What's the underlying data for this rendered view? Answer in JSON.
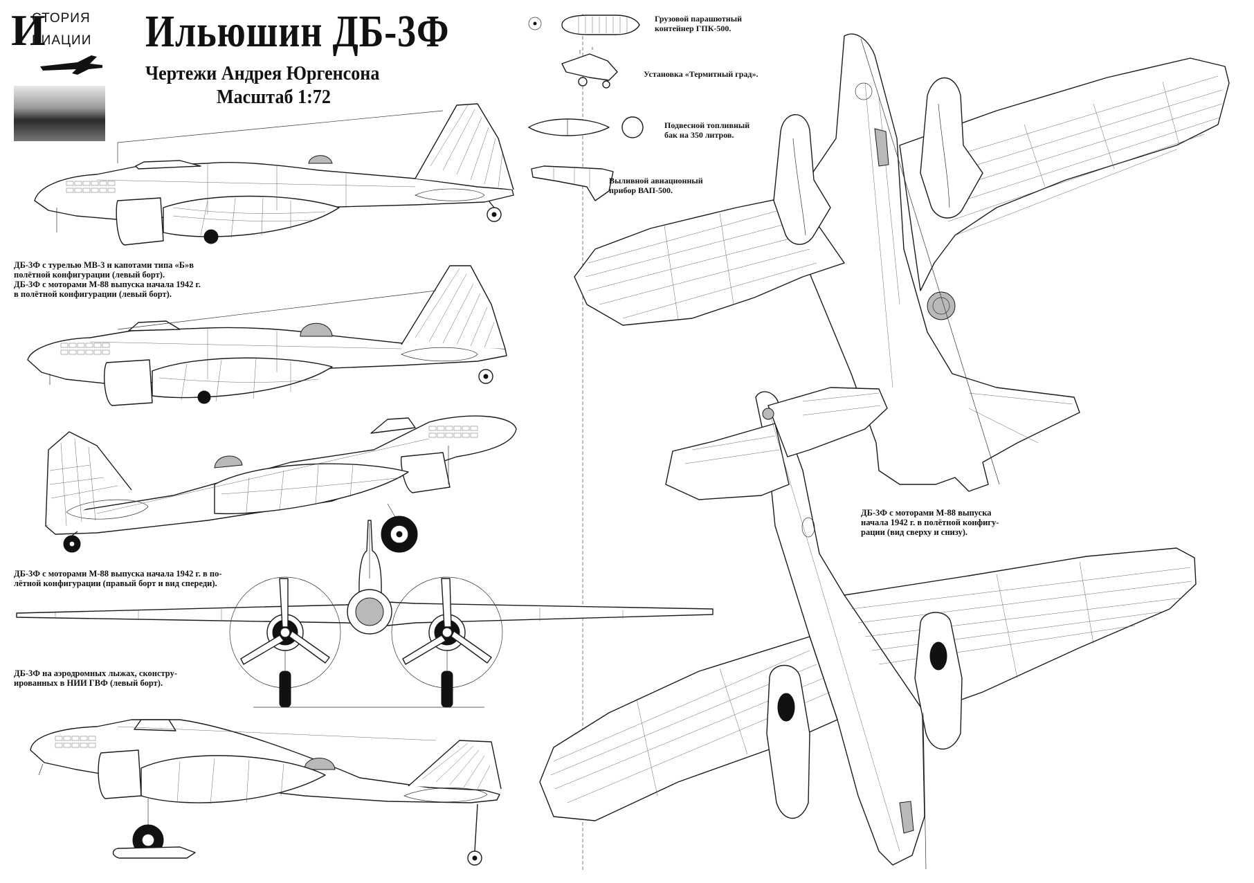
{
  "header": {
    "logo_line1": "СТОРИЯ",
    "logo_line2": "ВИАЦИИ",
    "logo_mark": "И",
    "title": "Ильюшин ДБ-3Ф",
    "subtitle": "Чертежи Андрея Юргенсона",
    "scale": "Масштаб 1:72"
  },
  "captions": {
    "view1": [
      "ДБ-3Ф с турелью МВ-3 и капотами типа «Б»в",
      "полётной конфигурации (левый борт)."
    ],
    "view2": [
      "ДБ-3Ф с моторами М-88 выпуска начала 1942 г.",
      "в полётной конфигурации (левый борт)."
    ],
    "view3": [
      "ДБ-3Ф с моторами М-88 выпуска начала 1942 г. в по-",
      "лётной конфигурации (правый борт и вид спереди)."
    ],
    "view4": [
      "ДБ-3Ф на аэродромных лыжах, сконстру-",
      "ированных в НИИ ГВФ (левый борт)."
    ],
    "plan": [
      "ДБ-3Ф с моторами М-88 выпуска",
      "начала 1942 г. в полётной конфигу-",
      "рации (вид сверху и снизу)."
    ]
  },
  "stores": {
    "container": [
      "Грузовой парашютный",
      "контейнер ГПК-500."
    ],
    "incendiary": [
      "Установка «Термитный град»."
    ],
    "tank": [
      "Подвесной топливный",
      "бак на 350 литров."
    ],
    "vap": [
      "Выливной авиационный",
      "прибор ВАП-500."
    ]
  }
}
